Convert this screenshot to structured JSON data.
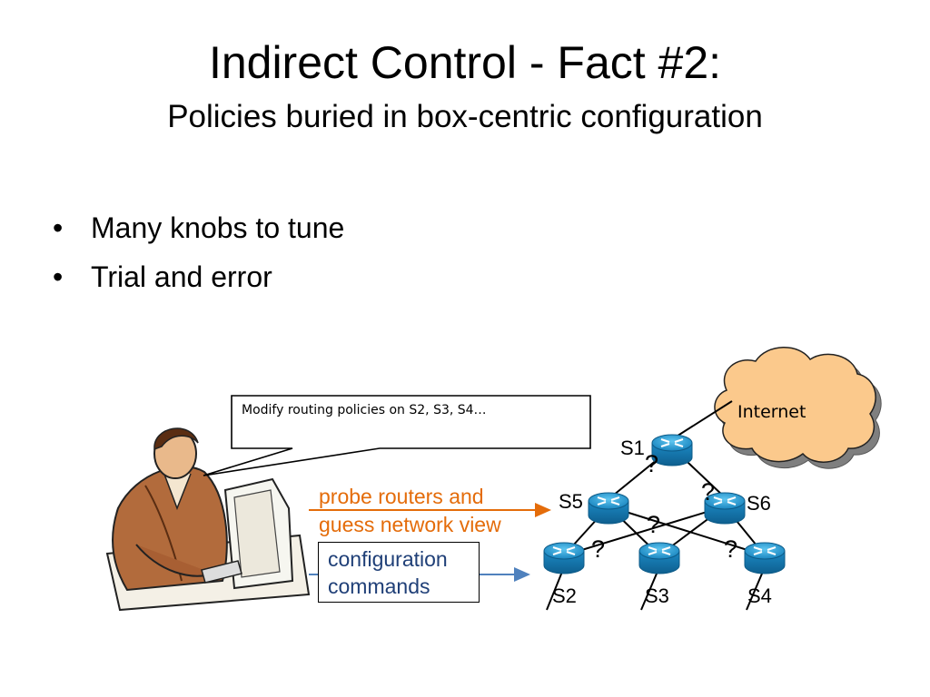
{
  "slide": {
    "title": "Indirect Control - Fact #2:",
    "subtitle": "Policies buried in box-centric configuration"
  },
  "bullets": [
    "Many knobs to tune",
    "Trial and error"
  ],
  "callout": {
    "text": "Modify routing policies on S2, S3, S4…"
  },
  "arrows": {
    "probe_line1": "probe routers and",
    "probe_line2": "guess network view",
    "config_line1": "configuration",
    "config_line2": "commands"
  },
  "cloud": {
    "label": "Internet"
  },
  "routers": [
    {
      "id": "S1",
      "label": "S1"
    },
    {
      "id": "S5",
      "label": "S5"
    },
    {
      "id": "S6",
      "label": "S6"
    },
    {
      "id": "S2",
      "label": "S2"
    },
    {
      "id": "S3",
      "label": "S3"
    },
    {
      "id": "S4",
      "label": "S4"
    }
  ],
  "question_mark": "?",
  "colors": {
    "probe_arrow": "#e46c0a",
    "config_arrow": "#4f81bd",
    "router_body": "#1e8fc6",
    "cloud_fill": "#fbc98c"
  }
}
